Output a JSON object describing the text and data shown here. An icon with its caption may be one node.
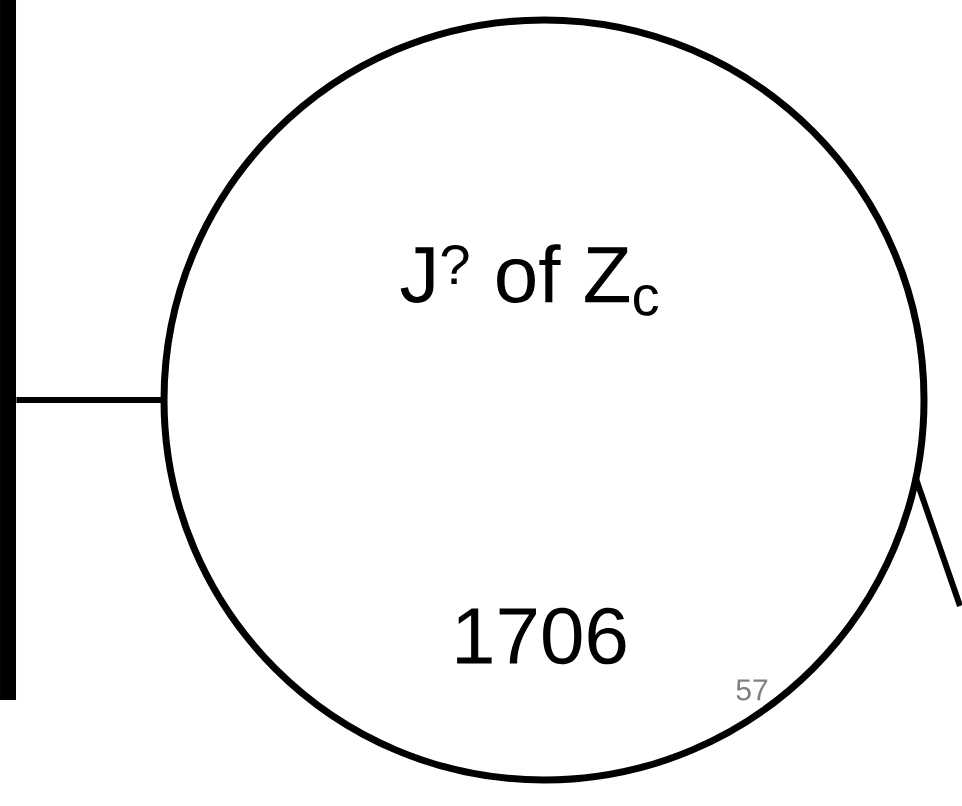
{
  "diagram": {
    "nodes": [
      {
        "text": [],
        "shape": "bar"
      },
      {
        "text": [
          "J$^{?}$ of Z$_{c}$",
          "1706"
        ]
      }
    ],
    "edges": [
      {
        "from": 0,
        "to": 1,
        "arrow": "none"
      },
      {
        "from": 1,
        "to": null,
        "arrow": "none"
      }
    ],
    "labels": [
      "57"
    ]
  }
}
